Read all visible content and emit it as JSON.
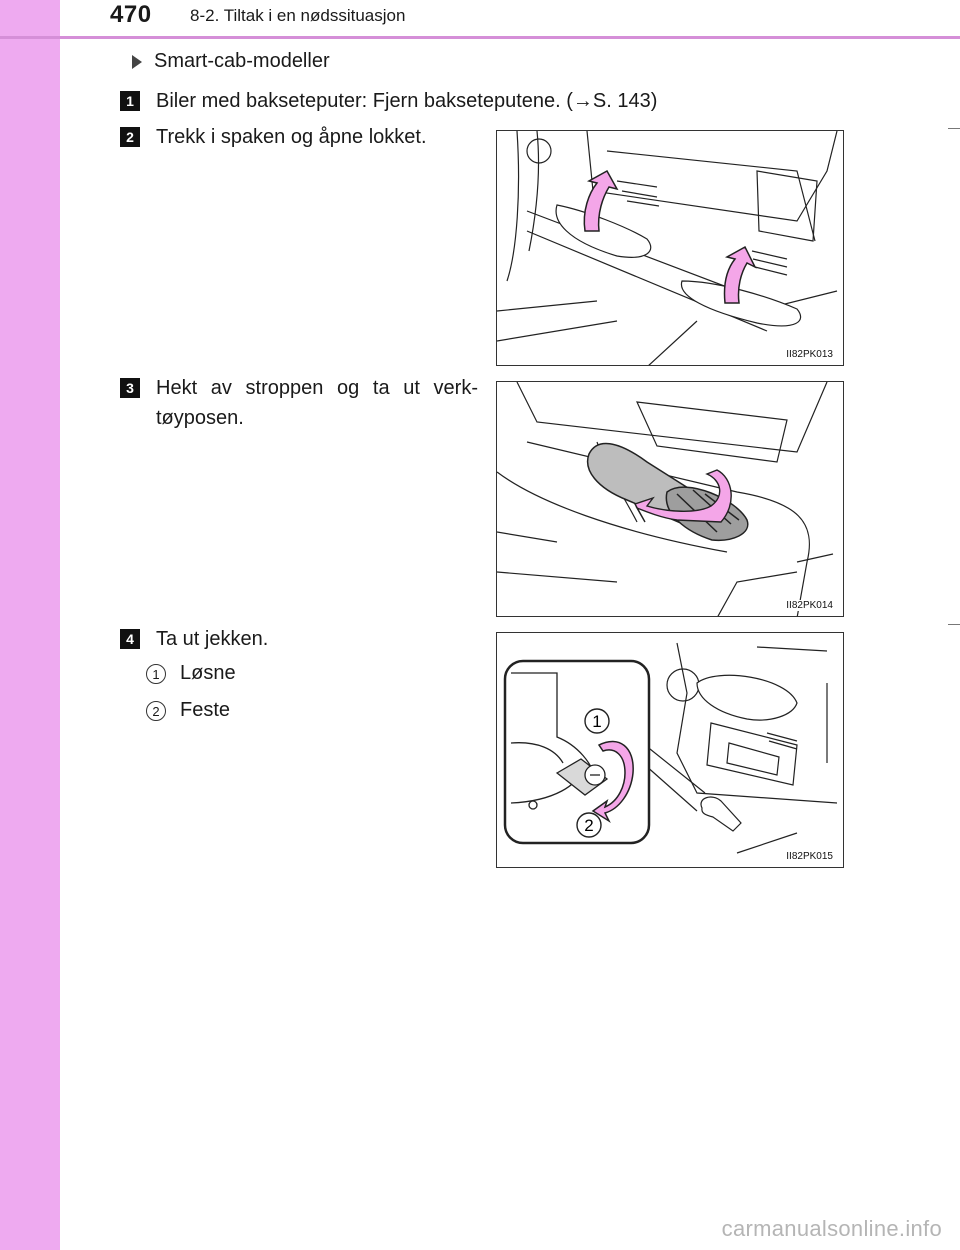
{
  "header": {
    "page_number": "470",
    "section_title": "8-2. Tiltak i en nødssituasjon"
  },
  "variant_label": "Smart-cab-modeller",
  "steps": [
    {
      "number": "1",
      "text": "Biler med bakseteputer: Fjern bakseteputene. (→S. 143)"
    },
    {
      "number": "2",
      "text": "Trekk i spaken og åpne lokket."
    },
    {
      "number": "3",
      "text": "Hekt av stroppen og ta ut verk-tøyposen."
    },
    {
      "number": "4",
      "text": "Ta ut jekken."
    }
  ],
  "sub_items": [
    {
      "number": "1",
      "text": "Løsne"
    },
    {
      "number": "2",
      "text": "Feste"
    }
  ],
  "figures": [
    {
      "code": "II82PK013"
    },
    {
      "code": "II82PK014"
    },
    {
      "code": "II82PK015",
      "callouts": [
        "1",
        "2"
      ]
    }
  ],
  "watermark": "carmanualsonline.info",
  "colors": {
    "accent_pink": "#eeaaf0",
    "arrow_pink": "#f4a6e8"
  }
}
